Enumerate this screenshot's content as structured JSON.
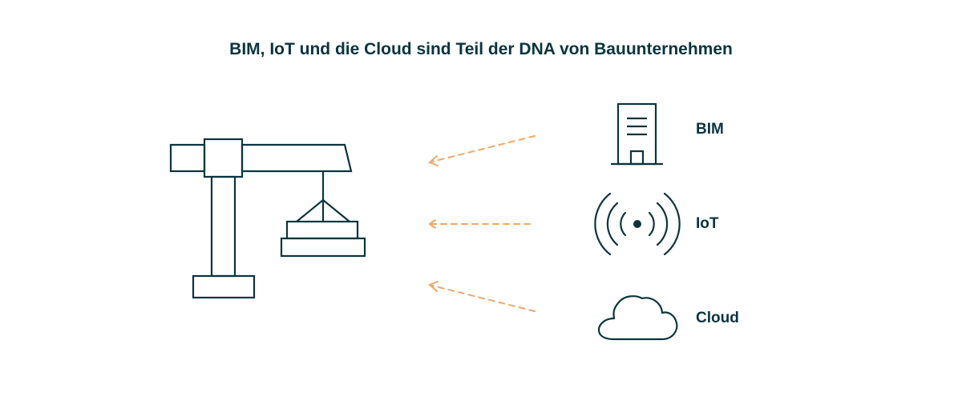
{
  "title": "BIM, IoT und die Cloud sind Teil der DNA von Bauunternehmen",
  "items": [
    {
      "label": "BIM",
      "icon": "building-icon"
    },
    {
      "label": "IoT",
      "icon": "wireless-signal-icon"
    },
    {
      "label": "Cloud",
      "icon": "cloud-icon"
    }
  ],
  "colors": {
    "ink": "#0b3440",
    "arrow": "#f0a868",
    "background": "#ffffff"
  },
  "icons": {
    "main": "tower-crane-icon",
    "arrows": "dashed-arrow-icon"
  }
}
